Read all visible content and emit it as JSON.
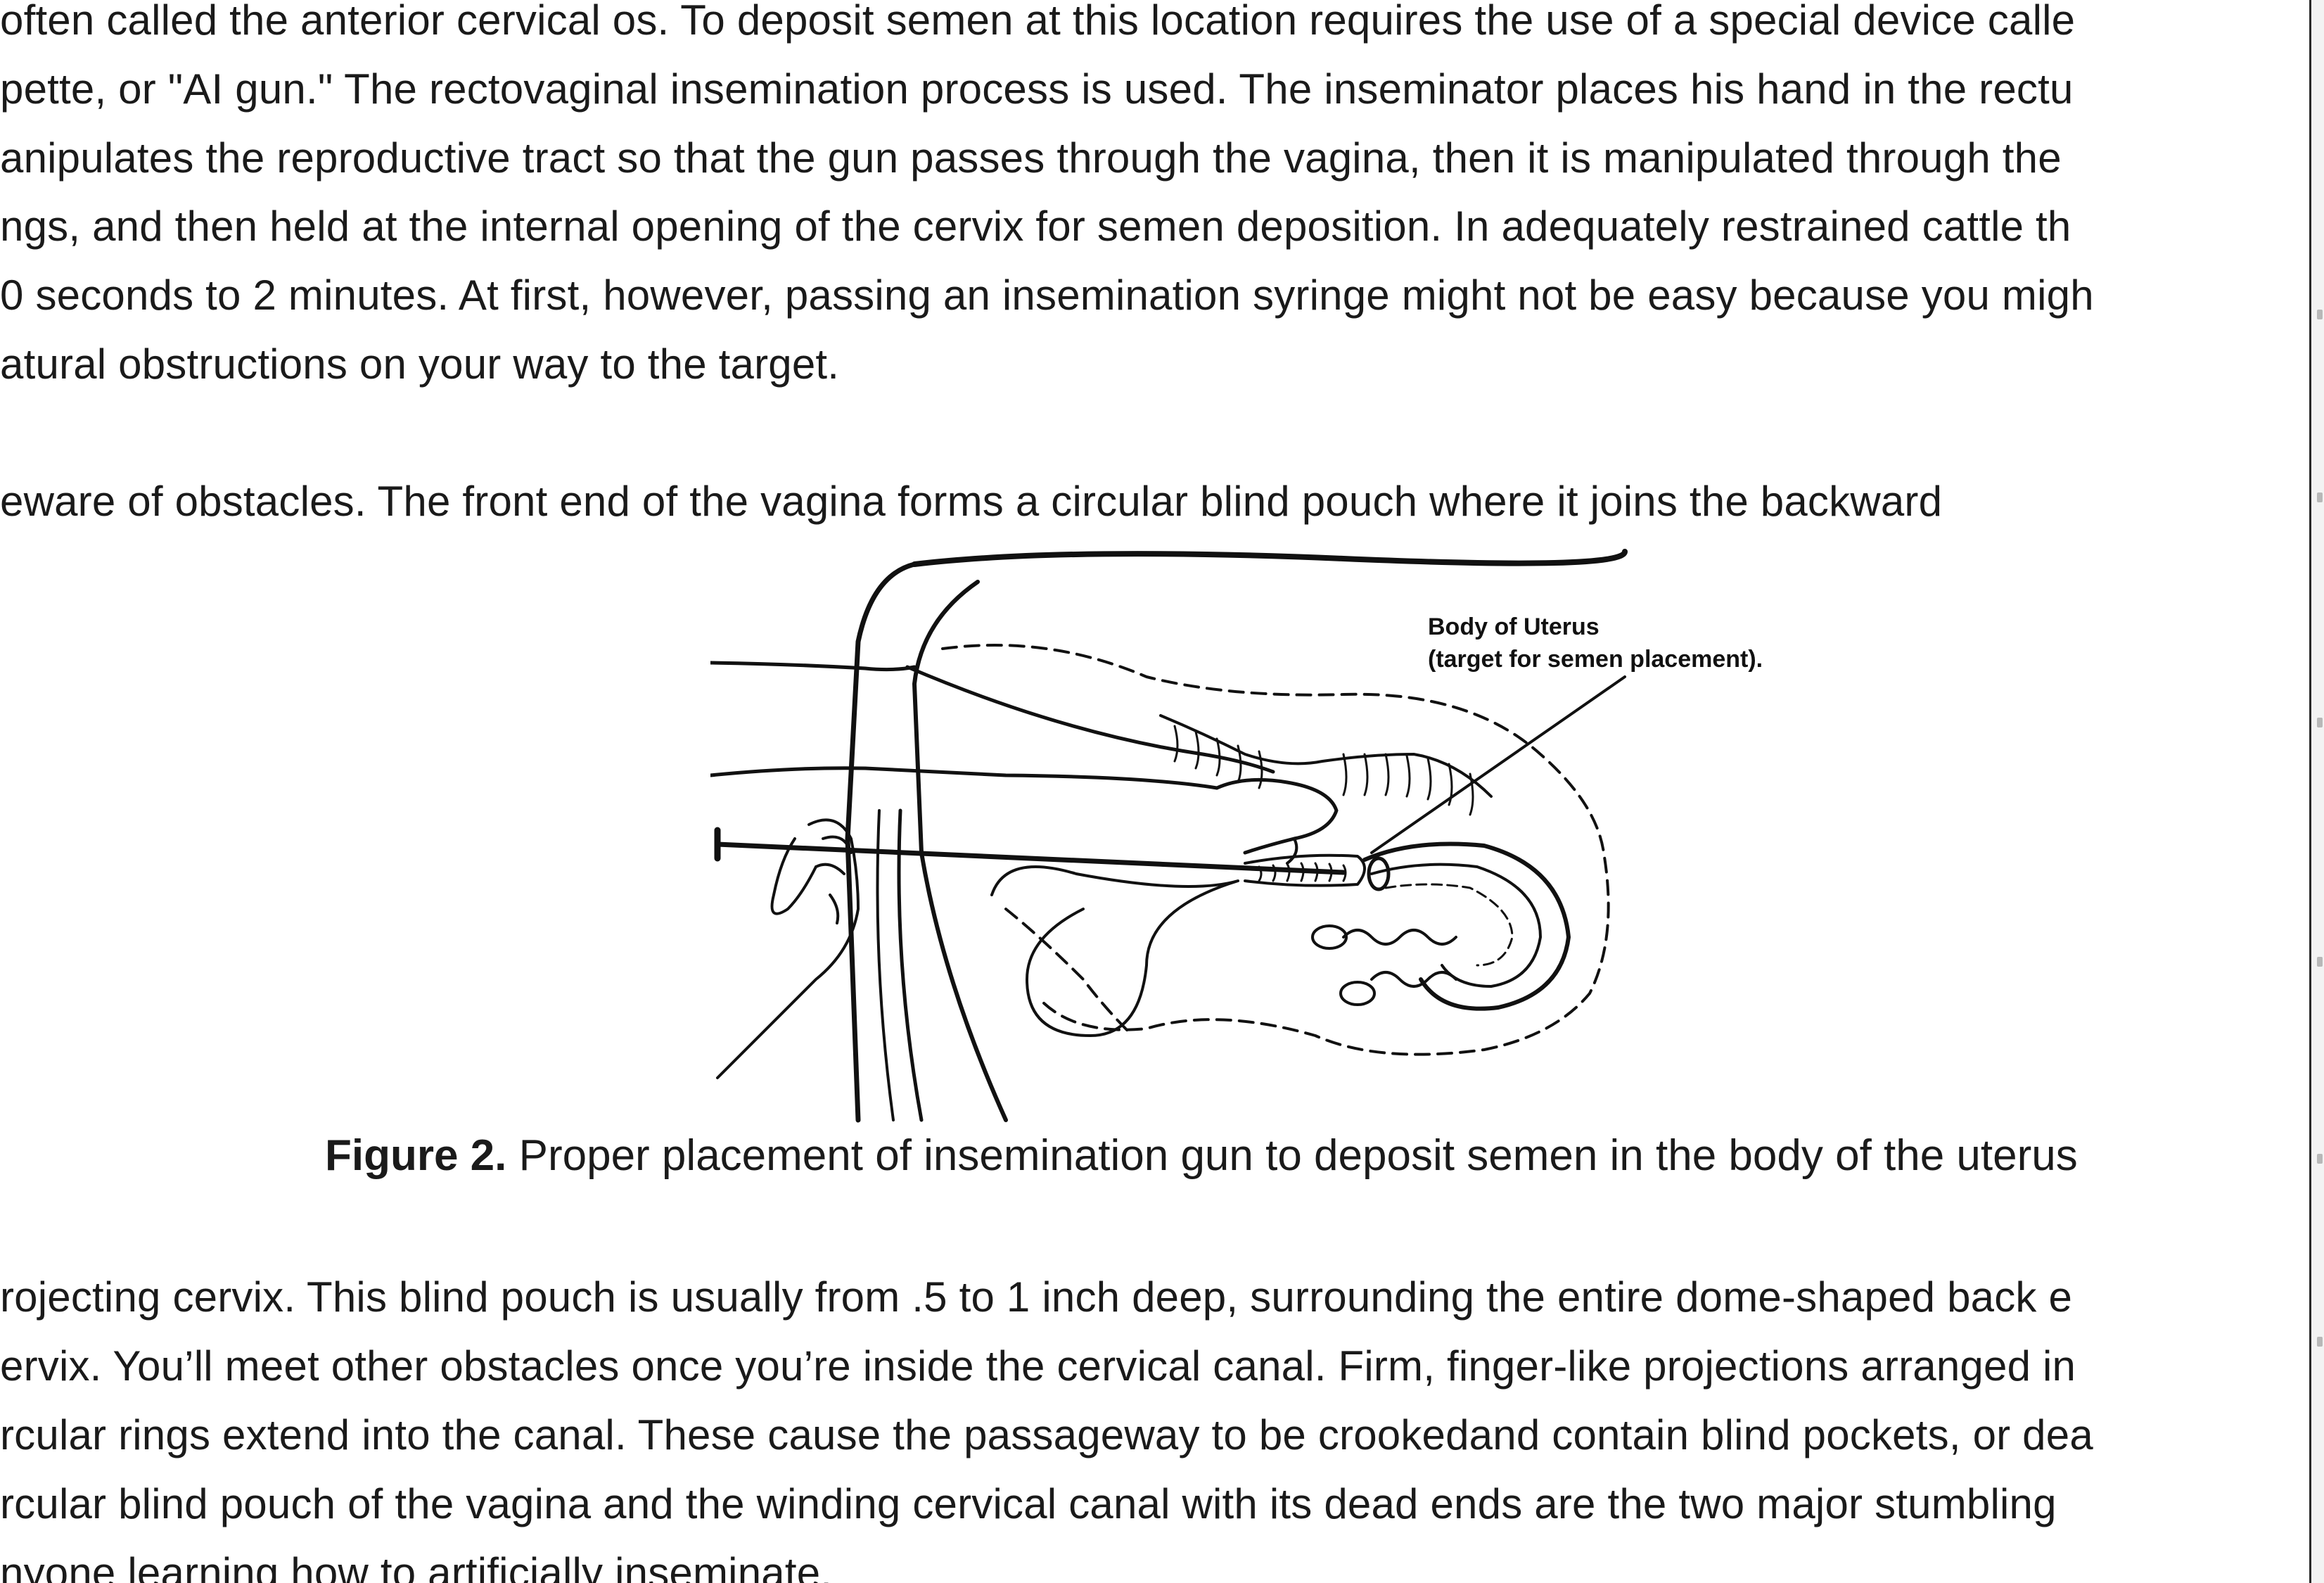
{
  "paragraph_1": [
    " often called the anterior cervical os. To deposit semen at this location requires the use of a special device calle",
    "pette, or \"AI gun.\" The rectovaginal insemination process is used. The inseminator places his hand in the rectu",
    "anipulates the reproductive tract so that the gun passes through the vagina, then it is manipulated through the",
    "ngs, and then held at the internal opening of the cervix for semen deposition. In adequately restrained cattle th",
    "0 seconds to 2 minutes. At first, however, passing an insemination syringe might not be easy because you migh",
    "atural obstructions on your way to the target."
  ],
  "paragraph_2_start": "eware of obstacles. The front end of the vagina forms a circular blind pouch where it joins the backward",
  "figure": {
    "label_line_1": "Body of Uterus",
    "label_line_2": "(target for semen placement).",
    "caption_bold": "Figure 2.",
    "caption_text": " Proper placement of insemination gun to deposit semen in the body of the uterus"
  },
  "paragraph_2_rest": [
    "rojecting cervix. This blind pouch is usually from .5 to 1 inch deep, surrounding the entire dome-shaped back e",
    "ervix. You’ll meet other obstacles once you’re inside the cervical canal. Firm, finger-like projections arranged in",
    "rcular rings extend into the canal. These cause the passageway to be crookedand contain blind pockets, or dea",
    "rcular blind pouch of the vagina and the winding cervical canal with its dead ends are the two major stumbling",
    "nyone learning how to artificially inseminate."
  ]
}
